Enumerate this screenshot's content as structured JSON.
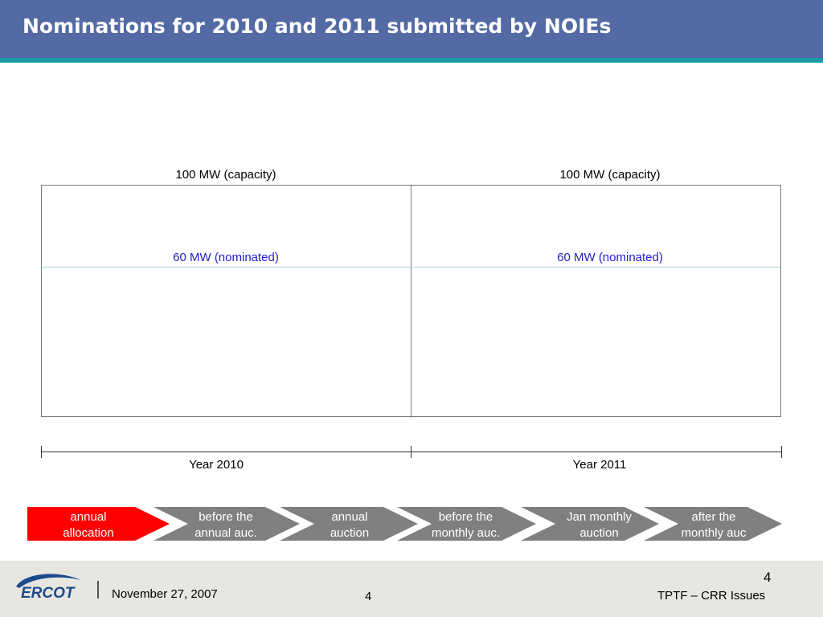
{
  "slide": {
    "title": "Nominations for 2010 and 2011 submitted by NOIEs"
  },
  "diagram": {
    "capacity_labels": [
      "100 MW (capacity)",
      "100 MW (capacity)"
    ],
    "nominated_labels": [
      "60 MW (nominated)",
      "60 MW (nominated)"
    ],
    "years": [
      "Year 2010",
      "Year 2011"
    ],
    "steps": [
      {
        "line1": "annual",
        "line2": "allocation",
        "color": "#ff0000"
      },
      {
        "line1": "before the",
        "line2": "annual auc.",
        "color": "#808080"
      },
      {
        "line1": "annual",
        "line2": "auction",
        "color": "#808080"
      },
      {
        "line1": "before the",
        "line2": "monthly auc.",
        "color": "#808080"
      },
      {
        "line1": "Jan monthly",
        "line2": "auction",
        "color": "#808080"
      },
      {
        "line1": "after the",
        "line2": "monthly auc",
        "color": "#808080"
      }
    ],
    "colors": {
      "header": "#536aa4",
      "stripe": "#1b9aa0",
      "nominated_text": "#1f1fc8",
      "active_step": "#ff0000",
      "step": "#808080"
    }
  },
  "footer": {
    "logo_text": "ERCOT",
    "date": "November 27, 2007",
    "page_center": "4",
    "page_number": "4",
    "right_text": "TPTF – CRR Issues"
  }
}
